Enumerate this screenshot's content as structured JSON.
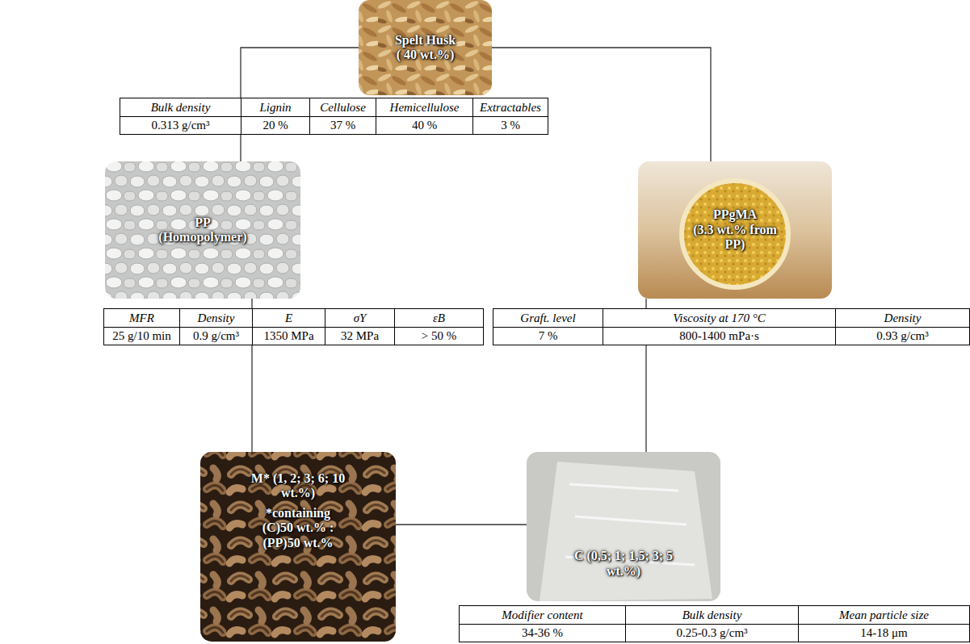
{
  "diagram": {
    "nodes": [
      {
        "text": [
          "Spelt Husk",
          "( 40 wt.%)"
        ]
      },
      {
        "text": [
          "PP",
          "(Homopolymer)"
        ]
      },
      {
        "text": [
          "PPgMA",
          "(3.3 wt.% from PP)"
        ]
      },
      {
        "text": [
          "M* (1, 2; 3; 6; 10 wt.%)",
          "*containing (C)50 wt.% : (PP)50 wt.%"
        ]
      },
      {
        "text": [
          "C (0,5; 1; 1,5; 3; 5 wt.%)"
        ]
      }
    ],
    "edges": [
      {
        "from": 0,
        "to": 1,
        "arrow": "none"
      },
      {
        "from": 0,
        "to": 2,
        "arrow": "none"
      },
      {
        "from": 1,
        "to": 3,
        "arrow": "none"
      },
      {
        "from": 2,
        "to": 4,
        "arrow": "none"
      },
      {
        "from": 3,
        "to": 4,
        "arrow": "none"
      }
    ],
    "labels": [
      "Bulk density",
      "Lignin",
      "Cellulose",
      "Hemicellulose",
      "Extractables",
      "0.313 g/cm³",
      "20 %",
      "37 %",
      "40 %",
      "3 %",
      "MFR",
      "Density",
      "E",
      "σY",
      "εB",
      "25 g/10 min",
      "0.9 g/cm³",
      "1350 MPa",
      "32 MPa",
      "> 50 %",
      "Graft. level",
      "Viscosity at 170 °C",
      "Density",
      "7 %",
      "800-1400 mPa·s",
      "0.93 g/cm³",
      "Modifier content",
      "Bulk density",
      "Mean particle size",
      "34-36 %",
      "0.25-0.3 g/cm³",
      "14-18 μm"
    ]
  }
}
